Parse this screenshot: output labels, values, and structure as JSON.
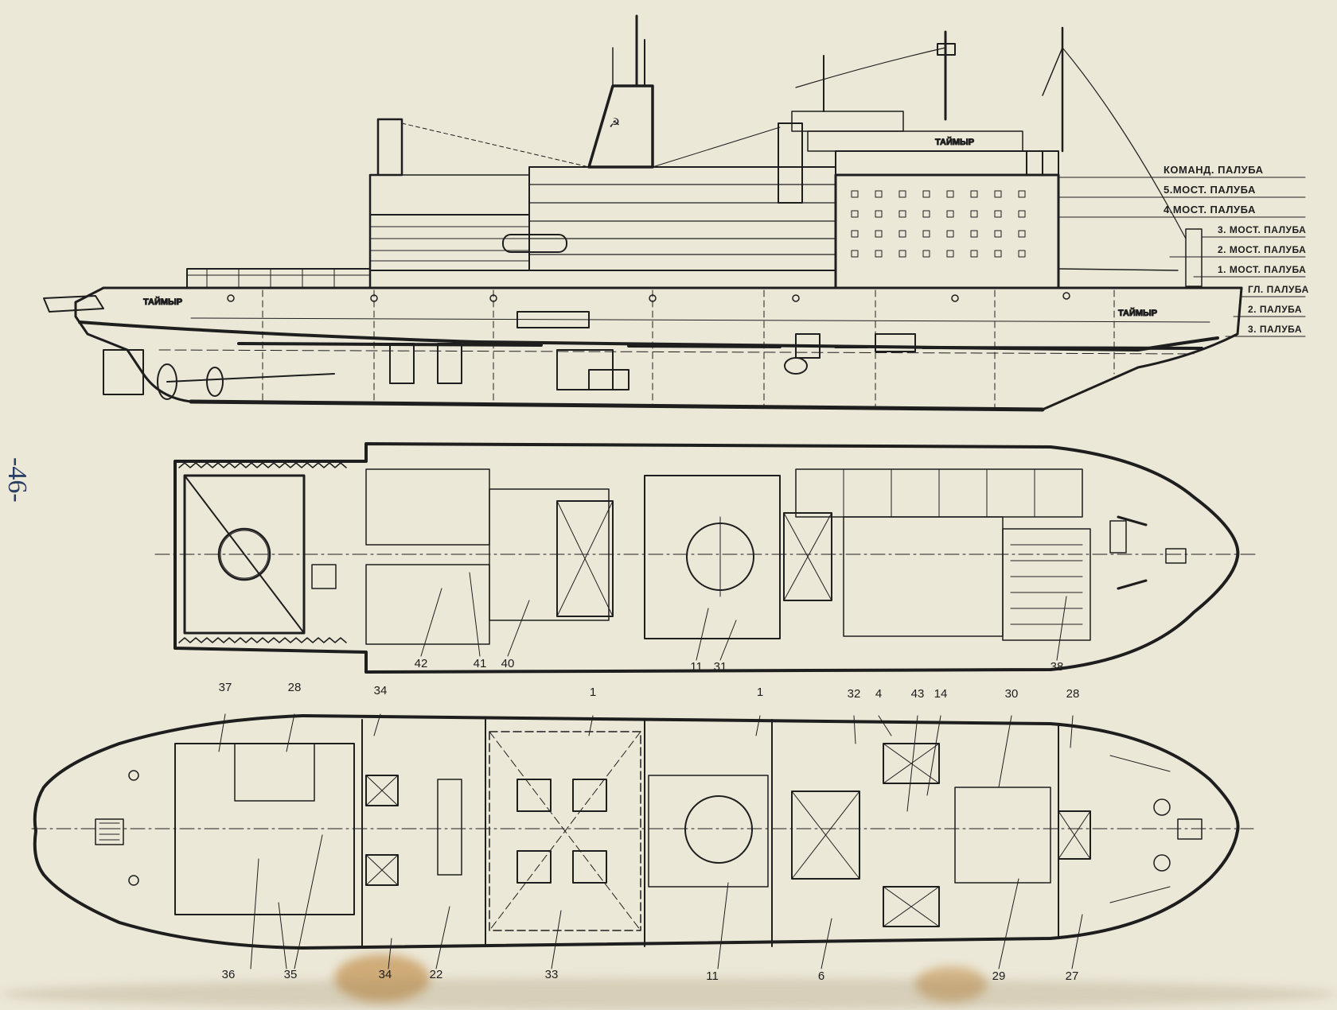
{
  "page_number": "-46-",
  "ship_name_stern": "ТАЙМЫР",
  "ship_name_bow": "ТАЙМЫР",
  "superstructure_name": "ТАЙМЫР",
  "deck_labels": [
    "КОМАНД. ПАЛУБА",
    "5.МОСТ. ПАЛУБА",
    "4.МОСТ. ПАЛУБА",
    "3. МОСТ. ПАЛУБА",
    "2. МОСТ. ПАЛУБА",
    "1. МОСТ. ПАЛУБА",
    "ГЛ. ПАЛУБА",
    "2. ПАЛУБА",
    "3. ПАЛУБА"
  ],
  "middle_plan_numbers": [
    "42",
    "41",
    "40",
    "11",
    "31",
    "38"
  ],
  "lower_plan_top_numbers": [
    "37",
    "28",
    "34",
    "1",
    "1",
    "32",
    "4",
    "43",
    "14",
    "30",
    "28"
  ],
  "lower_plan_bottom_numbers": [
    "36",
    "35",
    "34",
    "22",
    "33",
    "11",
    "6",
    "29",
    "27"
  ],
  "colors": {
    "paper": "#ece8d8",
    "ink": "#1e1e1e",
    "stain": "#b87a2a",
    "page_number": "#2a3f66"
  }
}
